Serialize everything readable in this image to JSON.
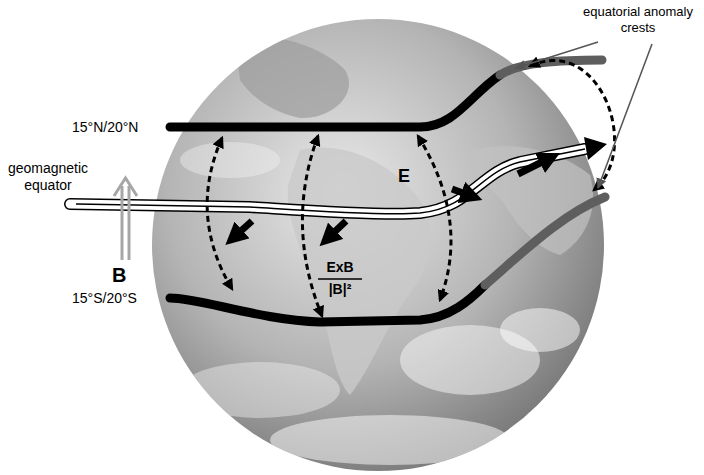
{
  "diagram": {
    "labels": [
      "equatorial anomaly crests",
      "15°N/20°N",
      "geomagnetic equator",
      "E",
      "B",
      "15°S/20°S",
      "ExB",
      "|B|²"
    ]
  }
}
